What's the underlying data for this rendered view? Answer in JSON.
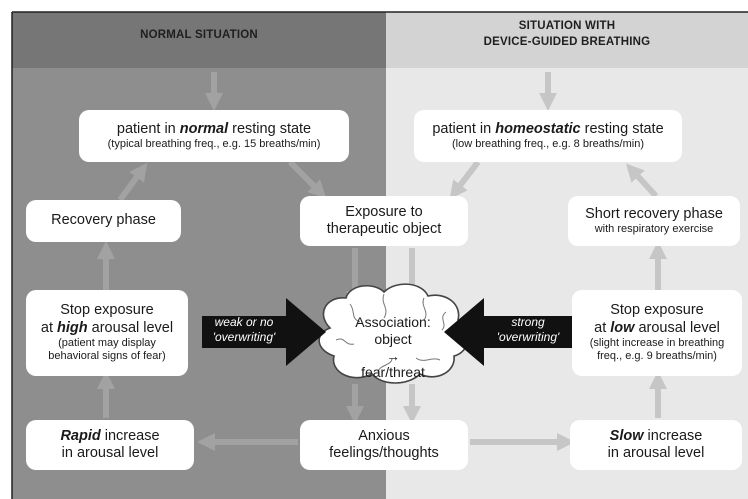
{
  "colors": {
    "left_panel": "#8e8e8e",
    "left_header": "#767676",
    "right_panel": "#e8e8e8",
    "right_header": "#d3d3d3",
    "arrow_dark": "#9e9e9e",
    "arrow_light": "#c3c3c3",
    "box_fill": "#ffffff",
    "tag_fill": "#111111"
  },
  "headers": {
    "left": "NORMAL SITUATION",
    "right_line1": "SITUATION WITH",
    "right_line2": "DEVICE-GUIDED BREATHING"
  },
  "left": {
    "resting": {
      "prefix": "patient in ",
      "em": "normal",
      "suffix": " resting state",
      "sub": "(typical breathing freq., e.g. 15 breaths/min)"
    },
    "recovery": "Recovery phase",
    "stop": {
      "line1": "Stop exposure",
      "prefix": "at ",
      "em": "high",
      "suffix": " arousal level",
      "sub1": "(patient may display",
      "sub2": "behavioral signs of fear)"
    },
    "increase": {
      "em": "Rapid",
      "suffix": " increase",
      "line2": "in arousal level"
    },
    "tag_line1": "weak or no",
    "tag_line2": "'overwriting'"
  },
  "right": {
    "resting": {
      "prefix": "patient in ",
      "em": "homeostatic",
      "suffix": " resting state",
      "sub": "(low breathing freq., e.g. 8 breaths/min)"
    },
    "recovery": {
      "line1": "Short recovery phase",
      "sub": "with respiratory exercise"
    },
    "stop": {
      "line1": "Stop exposure",
      "prefix": "at ",
      "em": "low",
      "suffix": " arousal level",
      "sub1": "(slight increase in breathing",
      "sub2": "freq., e.g. 9 breaths/min)"
    },
    "increase": {
      "em": "Slow",
      "suffix": " increase",
      "line2": "in arousal level"
    },
    "tag_line1": "strong",
    "tag_line2": "'overwriting'"
  },
  "center": {
    "exposure_line1": "Exposure to",
    "exposure_line2": "therapeutic object",
    "association_line1": "Association:",
    "association_object": "object",
    "association_arrow": "→",
    "association_target": "fear/threat",
    "anxious_line1": "Anxious",
    "anxious_line2": "feelings/thoughts"
  }
}
